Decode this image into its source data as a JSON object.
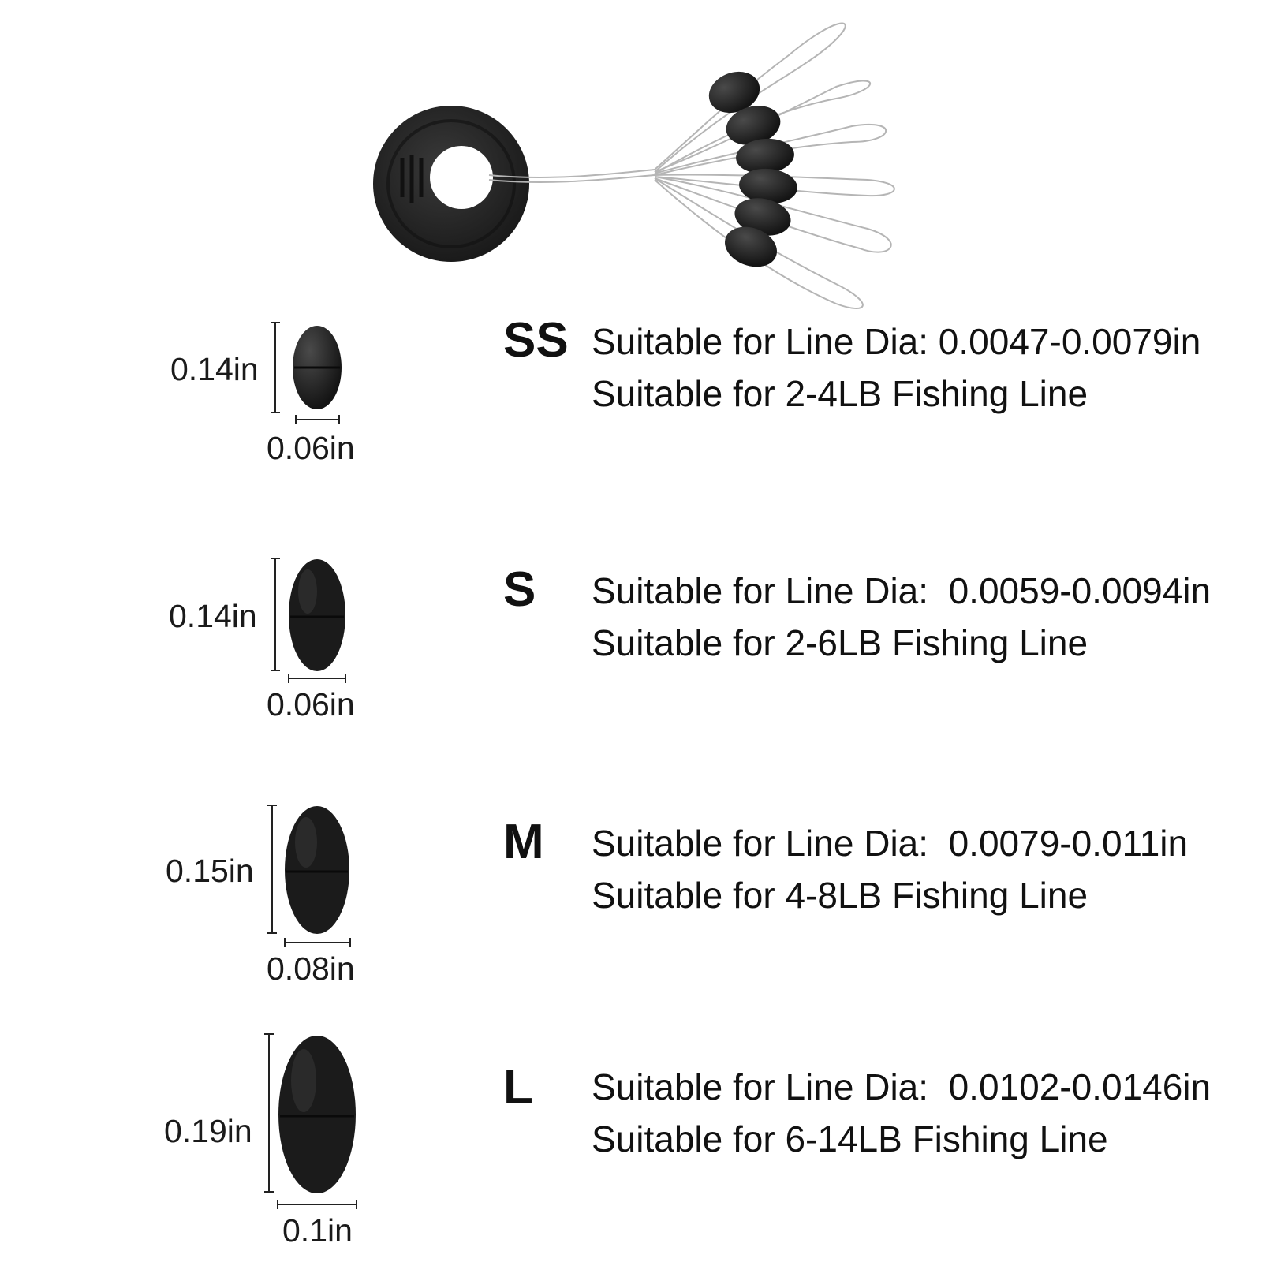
{
  "sizes": [
    {
      "code": "SS",
      "height": "0.14in",
      "width": "0.06in",
      "line_dia": "Suitable for Line Dia: 0.0047-0.0079in",
      "line_lb": "Suitable for 2-4LB Fishing Line"
    },
    {
      "code": "S",
      "height": "0.14in",
      "width": "0.06in",
      "line_dia": "Suitable for Line Dia:  0.0059-0.0094in",
      "line_lb": "Suitable for 2-6LB Fishing Line"
    },
    {
      "code": "M",
      "height": "0.15in",
      "width": "0.08in",
      "line_dia": "Suitable for Line Dia:  0.0079-0.011in",
      "line_lb": "Suitable for 4-8LB Fishing Line"
    },
    {
      "code": "L",
      "height": "0.19in",
      "width": "0.1in",
      "line_dia": "Suitable for Line Dia:  0.0102-0.0146in",
      "line_lb": "Suitable for 6-14LB Fishing Line"
    }
  ],
  "colors": {
    "bead": "#1c1c1c",
    "text": "#111111",
    "line": "#b8b8b8"
  }
}
